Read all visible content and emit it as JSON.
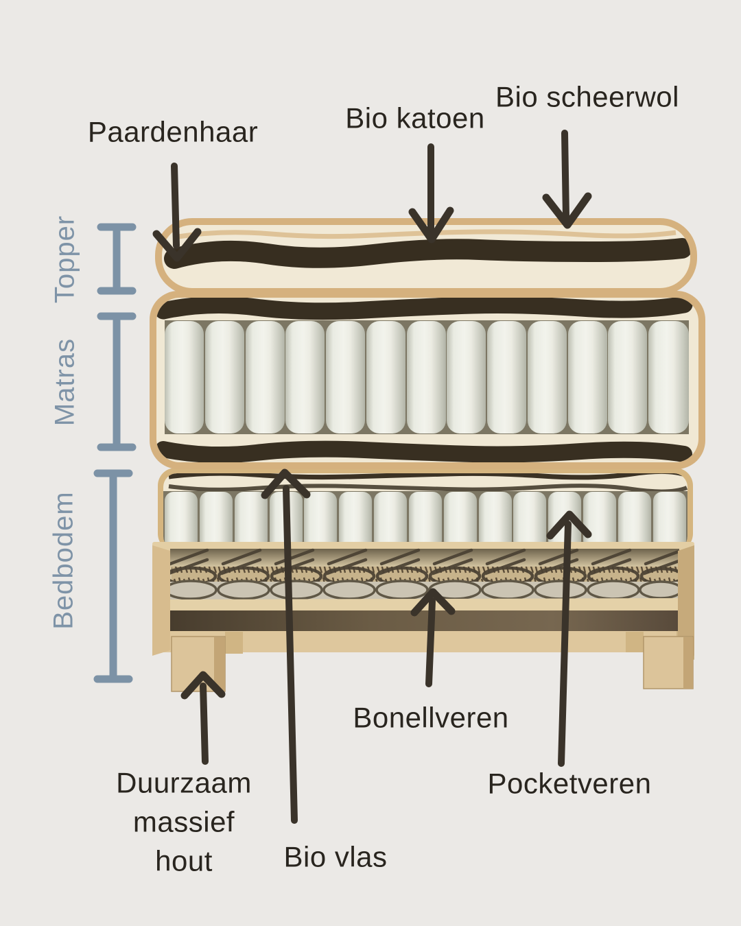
{
  "background_color": "#ebe9e6",
  "accent_color": "#7c92a6",
  "arrow_color": "#3a332a",
  "text_color": "#29251f",
  "side_sections": [
    {
      "id": "topper",
      "label": "Topper"
    },
    {
      "id": "matras",
      "label": "Matras"
    },
    {
      "id": "bedbodem",
      "label": "Bedbodem"
    }
  ],
  "material_labels": {
    "paardenhaar": "Paardenhaar",
    "bio_katoen": "Bio katoen",
    "bio_scheerwol": "Bio scheerwol",
    "duurzaam_massief_hout": "Duurzaam massief hout",
    "bio_vlas": "Bio vlas",
    "bonellveren": "Bonellveren",
    "pocketveren": "Pocketveren"
  }
}
